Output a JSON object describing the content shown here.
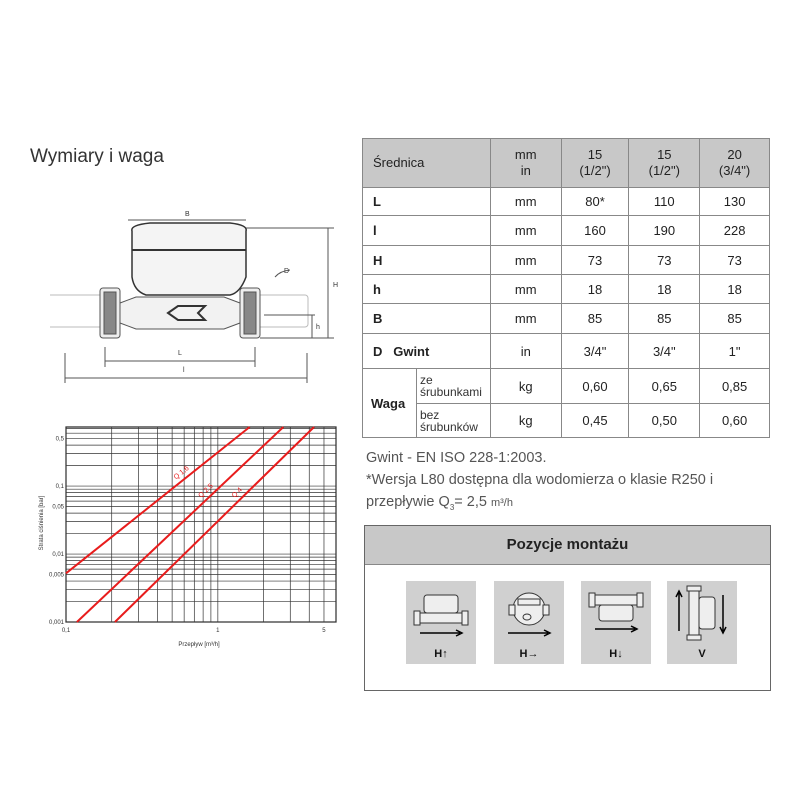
{
  "section_title": "Wymiary i waga",
  "drawing": {
    "labels": {
      "B": "B",
      "D": "D",
      "H": "H",
      "h": "h",
      "L": "L",
      "l": "l"
    }
  },
  "table": {
    "header": [
      "Średnica",
      "mm",
      "in",
      "15",
      "(1/2\")",
      "15",
      "(1/2\")",
      "20",
      "(3/4\")"
    ],
    "rows": [
      {
        "label": "L",
        "unit": "mm",
        "values": [
          "80*",
          "110",
          "130"
        ]
      },
      {
        "label": "l",
        "unit": "mm",
        "values": [
          "160",
          "190",
          "228"
        ]
      },
      {
        "label": "H",
        "unit": "mm",
        "values": [
          "73",
          "73",
          "73"
        ]
      },
      {
        "label": "h",
        "unit": "mm",
        "values": [
          "18",
          "18",
          "18"
        ]
      },
      {
        "label": "B",
        "unit": "mm",
        "values": [
          "85",
          "85",
          "85"
        ]
      },
      {
        "label": "D   Gwint",
        "unit": "in",
        "values": [
          "3/4\"",
          "3/4\"",
          "1\""
        ]
      }
    ],
    "weight": {
      "label": "Waga",
      "rows": [
        {
          "sub1": "ze",
          "sub2": "śrubunkami",
          "unit": "kg",
          "values": [
            "0,60",
            "0,65",
            "0,85"
          ]
        },
        {
          "sub1": "bez",
          "sub2": "śrubunków",
          "unit": "kg",
          "values": [
            "0,45",
            "0,50",
            "0,60"
          ]
        }
      ]
    }
  },
  "notes": {
    "line1": "Gwint - EN ISO 228-1:2003.",
    "line2": "*Wersja L80 dostępna dla wodomierza o klasie R250 i",
    "line3a": "przepływie Q",
    "line3sub": "3",
    "line3b": "= 2,5 ",
    "line3unit": "m³/h"
  },
  "mounting": {
    "title": "Pozycje montażu",
    "positions": [
      {
        "label": "H↑",
        "icon": "meter-horizontal-up-icon"
      },
      {
        "label": "H→",
        "icon": "meter-horizontal-side-icon"
      },
      {
        "label": "H↓",
        "icon": "meter-horizontal-down-icon"
      },
      {
        "label": "V",
        "icon": "meter-vertical-icon"
      }
    ]
  },
  "chart_data": {
    "type": "line",
    "xlabel": "Przepływ [m³/h]",
    "ylabel": "Strata ciśnienia [bar]",
    "xscale": "log",
    "yscale": "log",
    "xlim": [
      0.1,
      6
    ],
    "ylim": [
      0.001,
      0.74
    ],
    "xticks": [
      {
        "v": 0.1,
        "label": "0,1"
      },
      {
        "v": 1,
        "label": "1"
      },
      {
        "v": 5,
        "label": "5"
      }
    ],
    "yticks": [
      {
        "v": 0.5,
        "label": "0,5"
      },
      {
        "v": 0.1,
        "label": "0,1"
      },
      {
        "v": 0.05,
        "label": "0,05"
      },
      {
        "v": 0.01,
        "label": "0,01"
      },
      {
        "v": 0.005,
        "label": "0,005"
      },
      {
        "v": 0.001,
        "label": "0,001"
      }
    ],
    "grid": true,
    "series": [
      {
        "name": "Q 1,6",
        "points": [
          [
            0.1,
            0.0052
          ],
          [
            1.62,
            0.74
          ]
        ]
      },
      {
        "name": "Q 2,5",
        "points": [
          [
            0.118,
            0.001
          ],
          [
            2.7,
            0.74
          ]
        ]
      },
      {
        "name": "Q 4",
        "points": [
          [
            0.21,
            0.001
          ],
          [
            4.3,
            0.74
          ]
        ]
      }
    ],
    "line_color": "#e81c1c"
  }
}
